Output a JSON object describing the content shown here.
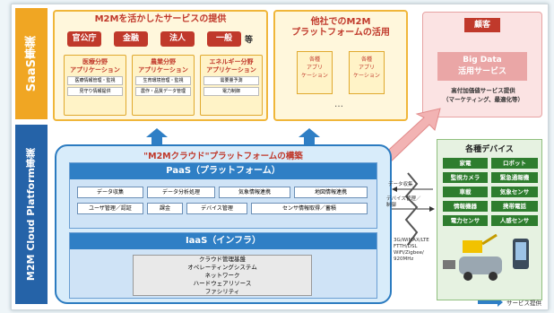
{
  "side_labels": {
    "saas": "SaaS事業",
    "platform": "M2M Cloud Platform事業"
  },
  "saas_box": {
    "title": "M2Mを活かしたサービスの提供",
    "sectors": [
      "官公庁",
      "金融",
      "法人",
      "一般"
    ],
    "sectors_suffix": "等",
    "apps": [
      {
        "title": "医療分野\nアプリケーション",
        "items": [
          "医療情報管理・監視",
          "見守り情報提供"
        ]
      },
      {
        "title": "農業分野\nアプリケーション",
        "items": [
          "生育環境管理・監視",
          "農作・品質データ管理"
        ]
      },
      {
        "title": "エネルギー分野\nアプリケーション",
        "items": [
          "需要量予測",
          "電力制御"
        ]
      }
    ]
  },
  "other_box": {
    "title": "他社でのM2M\nプラットフォームの活用",
    "apps": [
      "各種\nアプリ\nケーション",
      "各種\nアプリ\nケーション"
    ],
    "ellipsis": "…"
  },
  "customer_box": {
    "badge": "顧客",
    "bigdata": "Big Data\n活用サービス",
    "desc": "高付加価値サービス提供\n（マーケティング、最適化等）"
  },
  "cloud": {
    "title": "\"M2Mクラウド\"プラットフォームの構築",
    "paas": "PaaS（プラットフォーム）",
    "functions_row1": [
      "データ収集",
      "データ分析処理",
      "気象情報連携",
      "地図情報連携"
    ],
    "functions_row2": [
      "ユーザ管理／認証",
      "課金",
      "デバイス管理",
      "センサ情報取得／蓄積"
    ],
    "iaas": "IaaS（インフラ）",
    "infra": [
      "クラウド管理基盤",
      "オペレーティングシステム",
      "ネットワーク",
      "ハードウェアリソース",
      "ファシリティ"
    ]
  },
  "network": {
    "data_collect": "データ収集",
    "device_mgmt": "デバイス管理／\n制御",
    "lines": "3G/WiMAX/LTE\nFTTH/DSL\nWiFi/Zigbee/\n920MHz"
  },
  "devices": {
    "title": "各種デバイス",
    "items": [
      "家電",
      "ロボット",
      "監視カメラ",
      "緊急通報機",
      "車載",
      "気象センサ",
      "情報機器",
      "携帯電話",
      "電力センサ",
      "人感センサ"
    ]
  },
  "legend": {
    "label": "サービス提供"
  },
  "colors": {
    "saas_orange": "#f5a623",
    "platform_blue": "#2563a8",
    "sector_red": "#c0392b",
    "device_green": "#2e7d2e"
  }
}
